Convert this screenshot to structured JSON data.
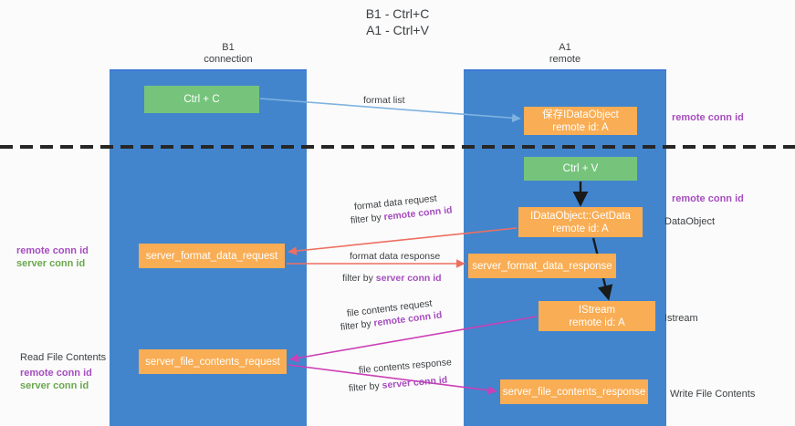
{
  "title": "B1 - Ctrl+C\nA1 - Ctrl+V",
  "columns": {
    "left": "B1\nconnection",
    "right": "A1\nremote"
  },
  "nodes": {
    "ctrl_c": "Ctrl + C",
    "save_idataobject": "保存IDataObject\nremote id: A",
    "ctrl_v": "Ctrl + V",
    "getdata": "IDataObject::GetData\nremote id: A",
    "server_format_data_request": "server_format_data_request",
    "server_format_data_response": "server_format_data_response",
    "istream": "IStream\nremote id: A",
    "server_file_contents_request": "server_file_contents_request",
    "server_file_contents_response": "server_file_contents_response"
  },
  "edge_labels": {
    "format_list": "format list",
    "format_data_request": "format data request",
    "format_data_request_filter_prefix": "filter by ",
    "format_data_request_filter_key": "remote conn id",
    "format_data_response": "format data response",
    "format_data_response_filter_prefix": "filter by ",
    "format_data_response_filter_key": "server conn id",
    "file_contents_request": "file contents request",
    "file_contents_request_filter_prefix": "filter by ",
    "file_contents_request_filter_key": "remote conn id",
    "file_contents_response": "file contents response",
    "file_contents_response_filter_prefix": "filter by ",
    "file_contents_response_filter_key": "server conn id"
  },
  "side_labels": {
    "remote_conn_id_top": "remote conn id",
    "remote_conn_id_mid": "remote conn id",
    "dataobject": "DataObject",
    "istream": "Istream",
    "write_file_contents": "Write File Contents",
    "read_file_contents": "Read File Contents",
    "left_remote_conn_id_mid": "remote conn id",
    "left_server_conn_id_mid": "server conn id",
    "left_remote_conn_id_bottom": "remote conn id",
    "left_server_conn_id_bottom": "server conn id"
  },
  "colors": {
    "lane": "#4285cd",
    "green_node": "#76c47c",
    "orange_node": "#f9ad54",
    "purple_text": "#a64dbf",
    "green_text": "#6aa84f",
    "arrow_blue": "#7fb3e0",
    "arrow_red": "#ee6f61",
    "arrow_magenta": "#cc3fb5",
    "arrow_black": "#1a1a1a",
    "divider": "#262626"
  }
}
